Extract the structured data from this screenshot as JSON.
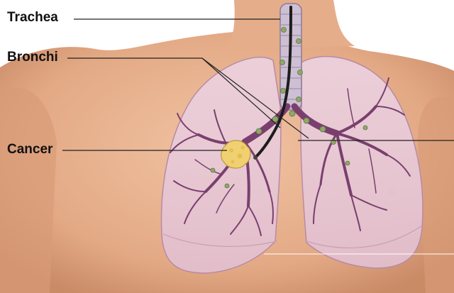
{
  "labels": {
    "trachea": "Trachea",
    "bronchi": "Bronchi",
    "cancer": "Cancer"
  },
  "colors": {
    "skin": "#e8b08f",
    "skin_shadow": "#c98a66",
    "lung_fill": "#e9c9d8",
    "bronchial_tree": "#7a3f6e",
    "nodules": "#8fa86a",
    "tumor": "#f0d070",
    "leader_line": "#222222"
  },
  "icons": [
    "torso-illustration",
    "lung-illustration",
    "trachea-illustration",
    "bronchoscope-illustration",
    "tumor-illustration"
  ]
}
